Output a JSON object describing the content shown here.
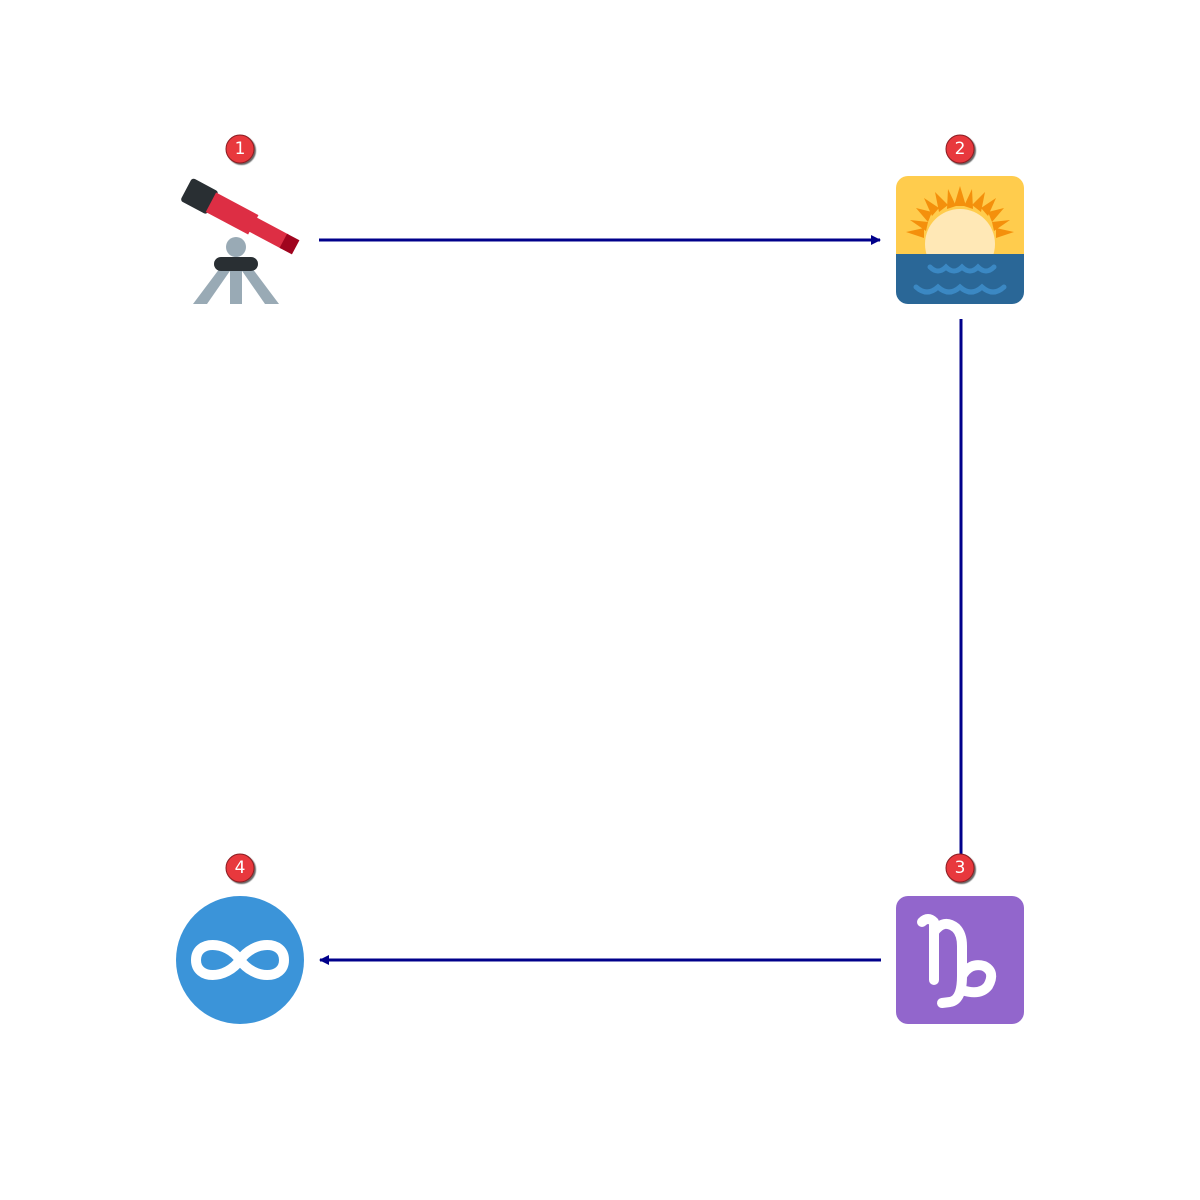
{
  "diagram": {
    "nodes": [
      {
        "id": "n1",
        "icon": "telescope-icon",
        "badge": "1"
      },
      {
        "id": "n2",
        "icon": "sunrise-over-sea-icon",
        "badge": "2"
      },
      {
        "id": "n3",
        "icon": "capricorn-icon",
        "badge": "3"
      },
      {
        "id": "n4",
        "icon": "infinity-icon",
        "badge": "4"
      }
    ],
    "edges": [
      {
        "from": "n1",
        "to": "n2",
        "arrow": true
      },
      {
        "from": "n2",
        "to": "n3",
        "arrow": false
      },
      {
        "from": "n3",
        "to": "n4",
        "arrow": true
      }
    ],
    "colors": {
      "edge": "#00008b",
      "badge": "#e8383d",
      "capricorn_bg": "#9266cc",
      "infinity_bg": "#3b94d9",
      "sun_sky": "#ffcc4d",
      "sea": "#2a6797"
    }
  }
}
